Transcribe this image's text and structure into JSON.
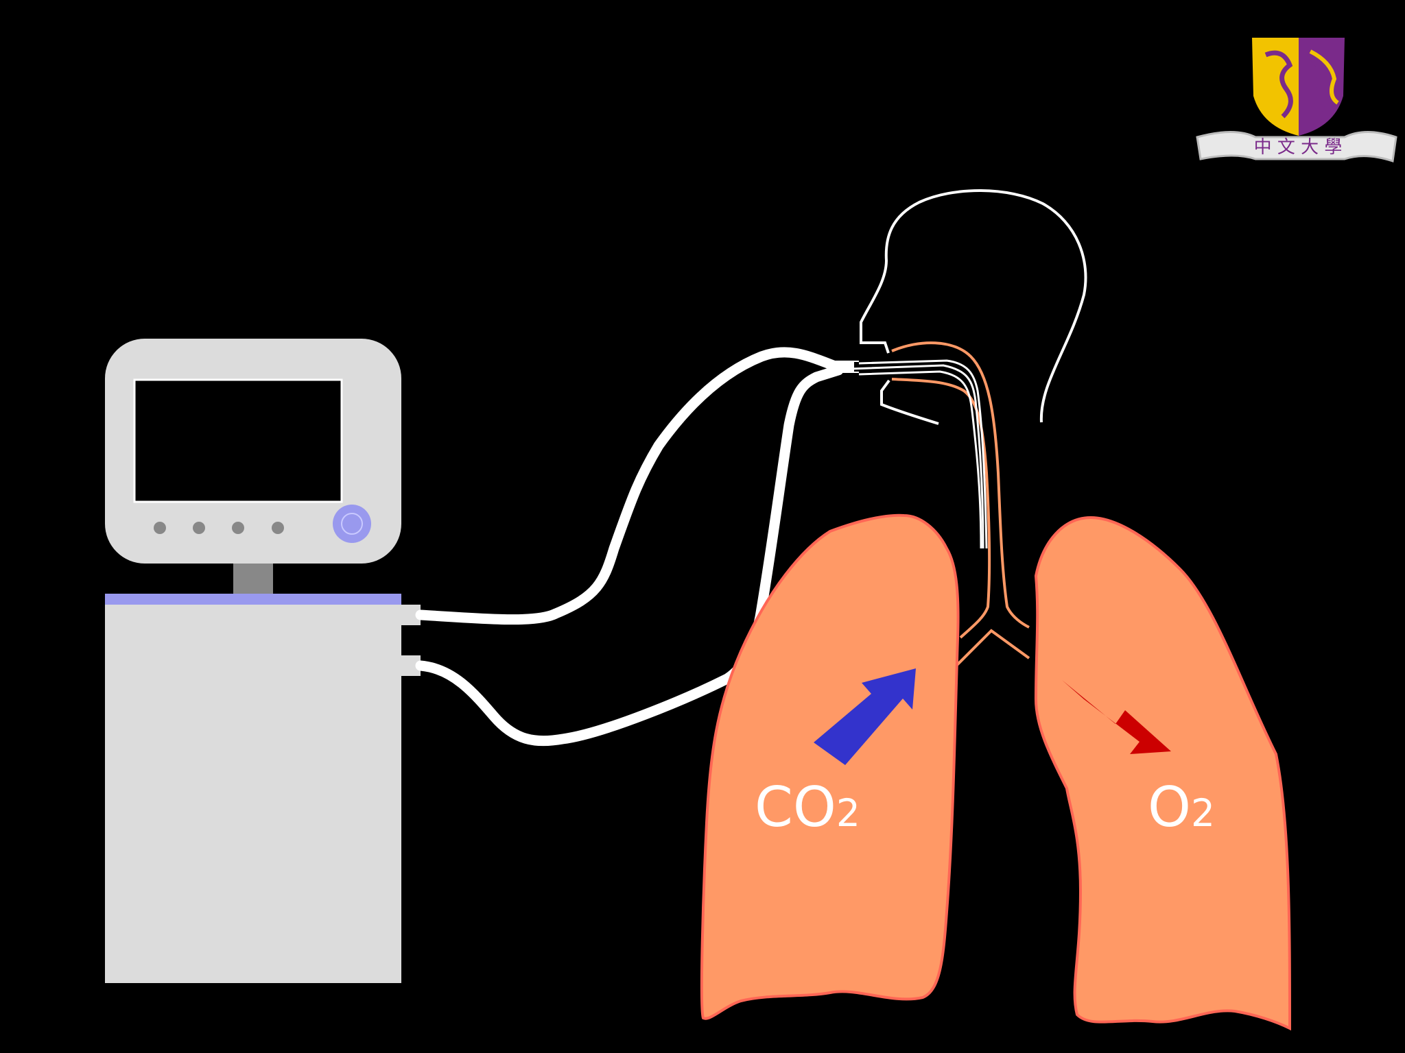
{
  "slide": {
    "background_color": "#000000"
  },
  "ventilator": {
    "body_color": "#dcdcdc",
    "accent_color": "#9999ee",
    "screen_color": "#000000",
    "control_buttons": [
      "dot-button",
      "dot-button",
      "dot-button",
      "dot-button"
    ],
    "dial": "ring-dial"
  },
  "lungs": {
    "fill_color": "#ff9966",
    "outline_color": "#ff6655",
    "co2_label": {
      "main": "CO",
      "subscript": "2"
    },
    "o2_label": {
      "main": "O",
      "subscript": "2"
    }
  },
  "arrows": {
    "co2_arrow_color": "#3333cc",
    "o2_arrow_color": "#cc0000"
  },
  "logo": {
    "shield_colors": [
      "#f2c300",
      "#7a2a8a"
    ],
    "banner_text": "中 文 大 學"
  }
}
